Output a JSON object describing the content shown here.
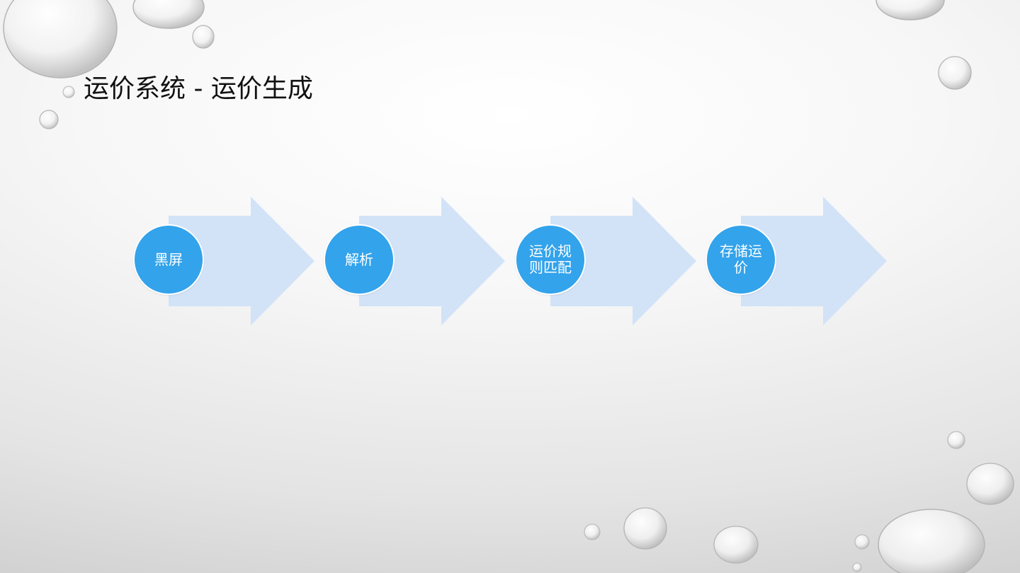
{
  "slide": {
    "title": "运价系统 - 运价生成"
  },
  "process": {
    "steps": [
      {
        "label": "黑屏"
      },
      {
        "label": "解析"
      },
      {
        "label": "运价规则匹配"
      },
      {
        "label": "存储运价"
      }
    ]
  },
  "colors": {
    "arrow": "#d2e3f8",
    "circle": "#33a3eb",
    "circle_text": "#ffffff",
    "title_text": "#111111"
  }
}
